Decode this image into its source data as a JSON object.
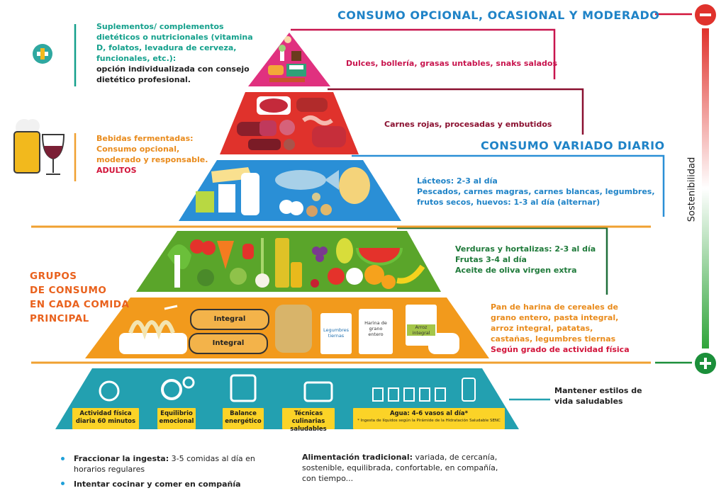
{
  "headings": {
    "optional": "CONSUMO OPCIONAL, OCASIONAL Y MODERADO",
    "daily": "CONSUMO VARIADO DIARIO",
    "main_groups": [
      "GRUPOS",
      "DE CONSUMO",
      "EN CADA COMIDA",
      "PRINCIPAL"
    ],
    "sustainability": "Sostenibilidad"
  },
  "supplements": {
    "lines": [
      "Suplementos/ complementos",
      "dietéticos o nutricionales (vitamina",
      "D, folatos, levadura de cerveza,",
      "funcionales, etc.):"
    ],
    "dark_lines": [
      "opción individualizada con consejo",
      "dietético profesional."
    ]
  },
  "fermented": {
    "lines": [
      "Bebidas fermentadas:",
      "Consumo opcional,",
      "moderado y responsable."
    ],
    "adults": "ADULTOS"
  },
  "tiers": {
    "sweets": "Dulces, bollería, grasas untables, snaks salados",
    "meats": "Carnes rojas, procesadas y embutidos",
    "protein": [
      "Lácteos: 2-3 al día",
      "Pescados, carnes magras, carnes blancas, legumbres,",
      "frutos secos, huevos: 1-3 al día (alternar)"
    ],
    "veg": [
      "Verduras y hortalizas: 2-3 al día",
      "Frutas 3-4 al día",
      "Aceite de oliva virgen extra"
    ],
    "cereals": [
      "Pan de harina de cereales de",
      "grano entero, pasta integral,",
      "arroz integral, patatas,",
      "castañas, legumbres tiernas"
    ],
    "activity_note": "Según grado de actividad física"
  },
  "bread_labels": [
    "Integral",
    "Integral"
  ],
  "jars": [
    "Legumbres tiernas",
    "Harina de grano entero",
    "Arroz integral"
  ],
  "base": {
    "boxes": [
      {
        "label": "Actividad física diaria 60 minutos"
      },
      {
        "label": "Equilibrio emocional"
      },
      {
        "label": "Balance energético"
      },
      {
        "label": "Técnicas culinarias saludables"
      },
      {
        "label": "Agua: 4-6 vasos al día*"
      }
    ],
    "water_note": "* Ingesta de líquidos según la Pirámide de la Hidratación Saludable SENC",
    "lifestyle": [
      "Mantener estilos de",
      "vida saludables"
    ]
  },
  "bullets": [
    {
      "bold": "Fraccionar la ingesta:",
      "text": " 3-5 comidas al día en horarios regulares"
    },
    {
      "bold": "Intentar cocinar y comer en compañía",
      "text": ""
    }
  ],
  "traditional": {
    "bold": "Alimentación tradicional:",
    "text": " variada, de cercanía, sostenible, equilibrada, confortable, en compañía, con tiempo..."
  },
  "colors": {
    "pink": "#e0317f",
    "red": "#e0322c",
    "blue": "#2a8fd6",
    "green": "#5aa52a",
    "orange": "#f29a1c",
    "teal": "#23a0b0",
    "dark_red": "#c8102e",
    "dark_green": "#1b8f3a"
  }
}
